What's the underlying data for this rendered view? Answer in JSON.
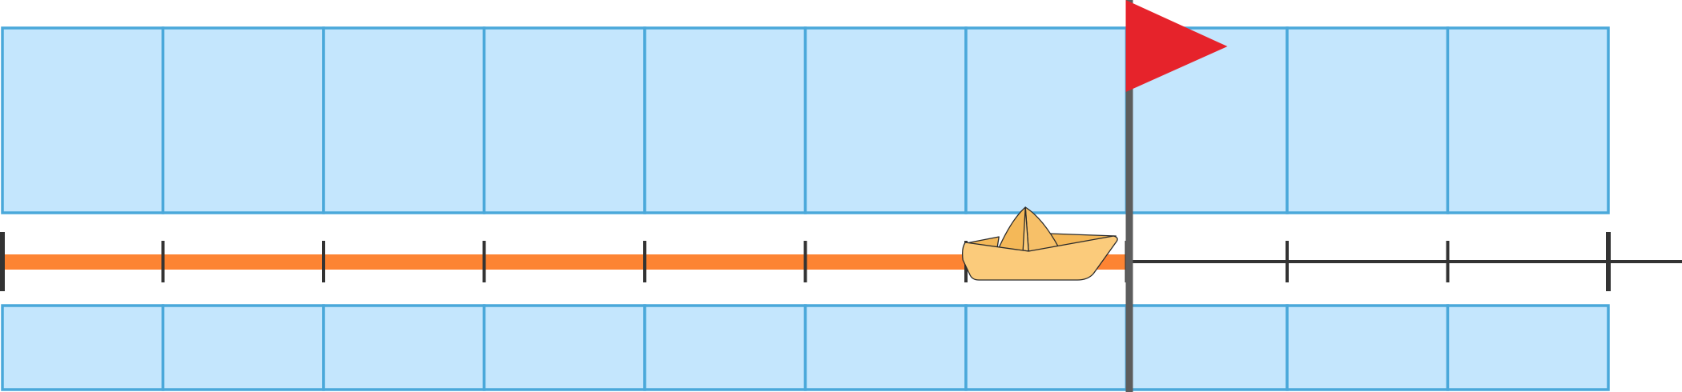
{
  "diagram": {
    "total_segments": 10,
    "top_row_cells": 10,
    "bottom_row_cells": 10,
    "progress_segments": 7,
    "flag_position_segments": 7,
    "boat_position_segments": 6.4,
    "major_tick_positions": [
      0,
      10
    ],
    "line_extends_past_end": true
  },
  "colors": {
    "background": "#ffffff",
    "cell_fill": "#c4e6fd",
    "cell_stroke": "#4aa8da",
    "progress_bar": "#fd8433",
    "number_line": "#333333",
    "flag": "#e6232b",
    "flag_pole": "#5d5d5d",
    "boat_light": "#fbcb7b",
    "boat_dark": "#f4b858",
    "boat_outline": "#2a2a2a"
  },
  "icons": {
    "boat": "paper-boat-icon",
    "flag": "flag-icon"
  }
}
